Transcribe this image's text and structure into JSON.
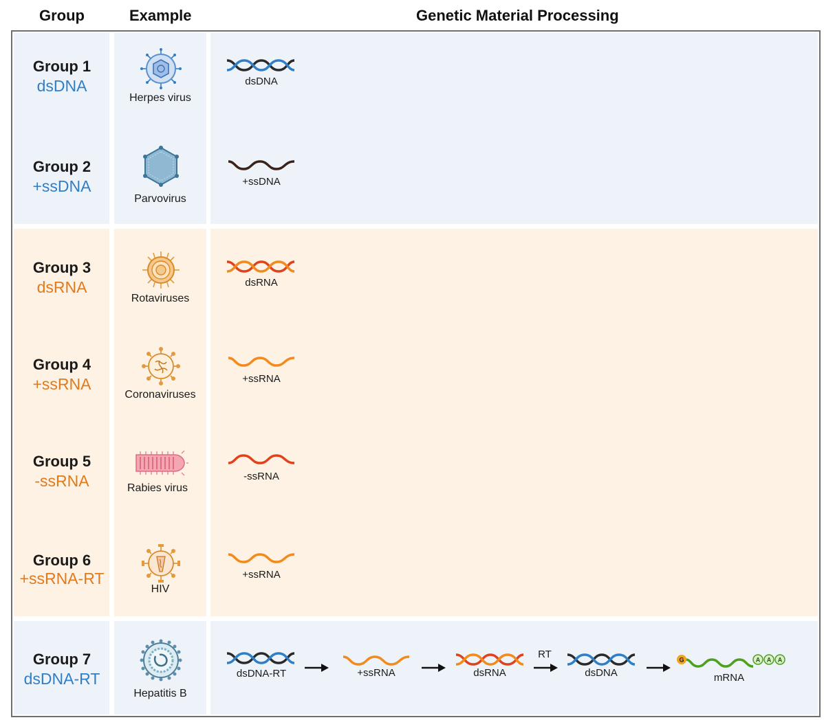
{
  "headers": {
    "group": "Group",
    "example": "Example",
    "processing": "Genetic Material Processing"
  },
  "groups": [
    {
      "name": "Group 1",
      "type": "dsDNA",
      "example": "Herpes virus",
      "material": "dsDNA"
    },
    {
      "name": "Group 2",
      "type": "+ssDNA",
      "example": "Parvovirus",
      "material": "+ssDNA"
    },
    {
      "name": "Group 3",
      "type": "dsRNA",
      "example": "Rotaviruses",
      "material": "dsRNA"
    },
    {
      "name": "Group 4",
      "type": "+ssRNA",
      "example": "Coronaviruses",
      "material": "+ssRNA"
    },
    {
      "name": "Group 5",
      "type": "-ssRNA",
      "example": "Rabies virus",
      "material": "-ssRNA"
    },
    {
      "name": "Group 6",
      "type": "+ssRNA-RT",
      "example": "HIV",
      "material": "+ssRNA"
    },
    {
      "name": "Group 7",
      "type": "dsDNA-RT",
      "example": "Hepatitis B",
      "material": "dsDNA-RT"
    }
  ],
  "pathway7": {
    "steps": [
      "dsDNA-RT",
      "+ssRNA",
      "dsRNA",
      "dsDNA",
      "mRNA"
    ],
    "rt_label": "RT",
    "cap": "G",
    "tail": [
      "A",
      "A",
      "A"
    ]
  },
  "colors": {
    "dna_blue": "#2f7ec6",
    "rna_orange": "#e07a1e",
    "band_dna": "#eef3f9",
    "band_rna": "#fdf2e3"
  }
}
